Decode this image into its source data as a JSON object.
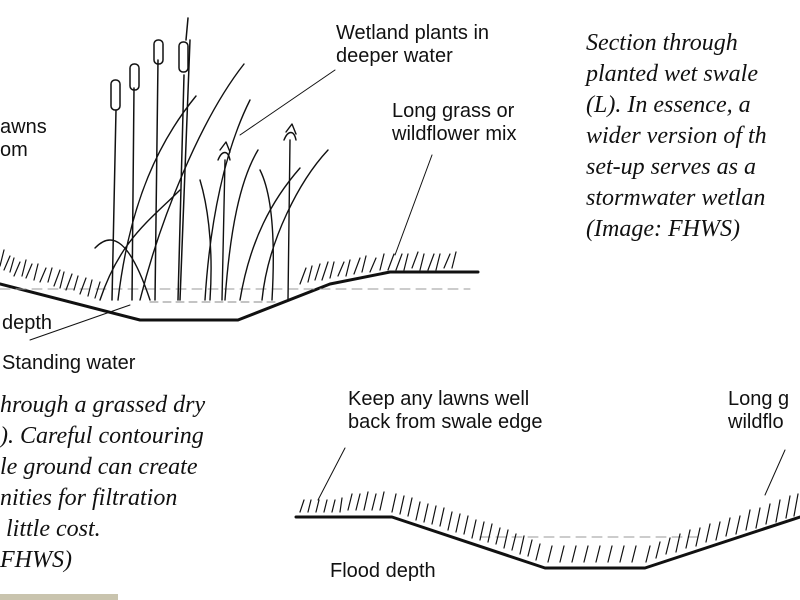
{
  "labels": {
    "wetland_plants": "Wetland plants in\ndeeper water",
    "lawns_fragment": "awns\nom",
    "long_grass_top": "Long grass or\nwildflower mix",
    "depth_fragment": "depth",
    "standing_water": "Standing water",
    "keep_lawns": "Keep any lawns well\nback from swale edge",
    "long_grass_bottom": "Long g\nwildflo",
    "flood_depth": "Flood depth"
  },
  "captions": {
    "wet_swale": "Section through\nplanted wet swale\n(L). In essence, a\nwider version of th\nset-up serves as a\nstormwater wetlan\n(Image: FHWS)",
    "dry_swale": "hrough a grassed dry\n). Careful contouring\nle ground can create\nnities for filtration\n little cost.\nFHWS)"
  },
  "colors": {
    "ink": "#111111",
    "background": "#ffffff",
    "thumbnail": "#c9c4ae"
  }
}
